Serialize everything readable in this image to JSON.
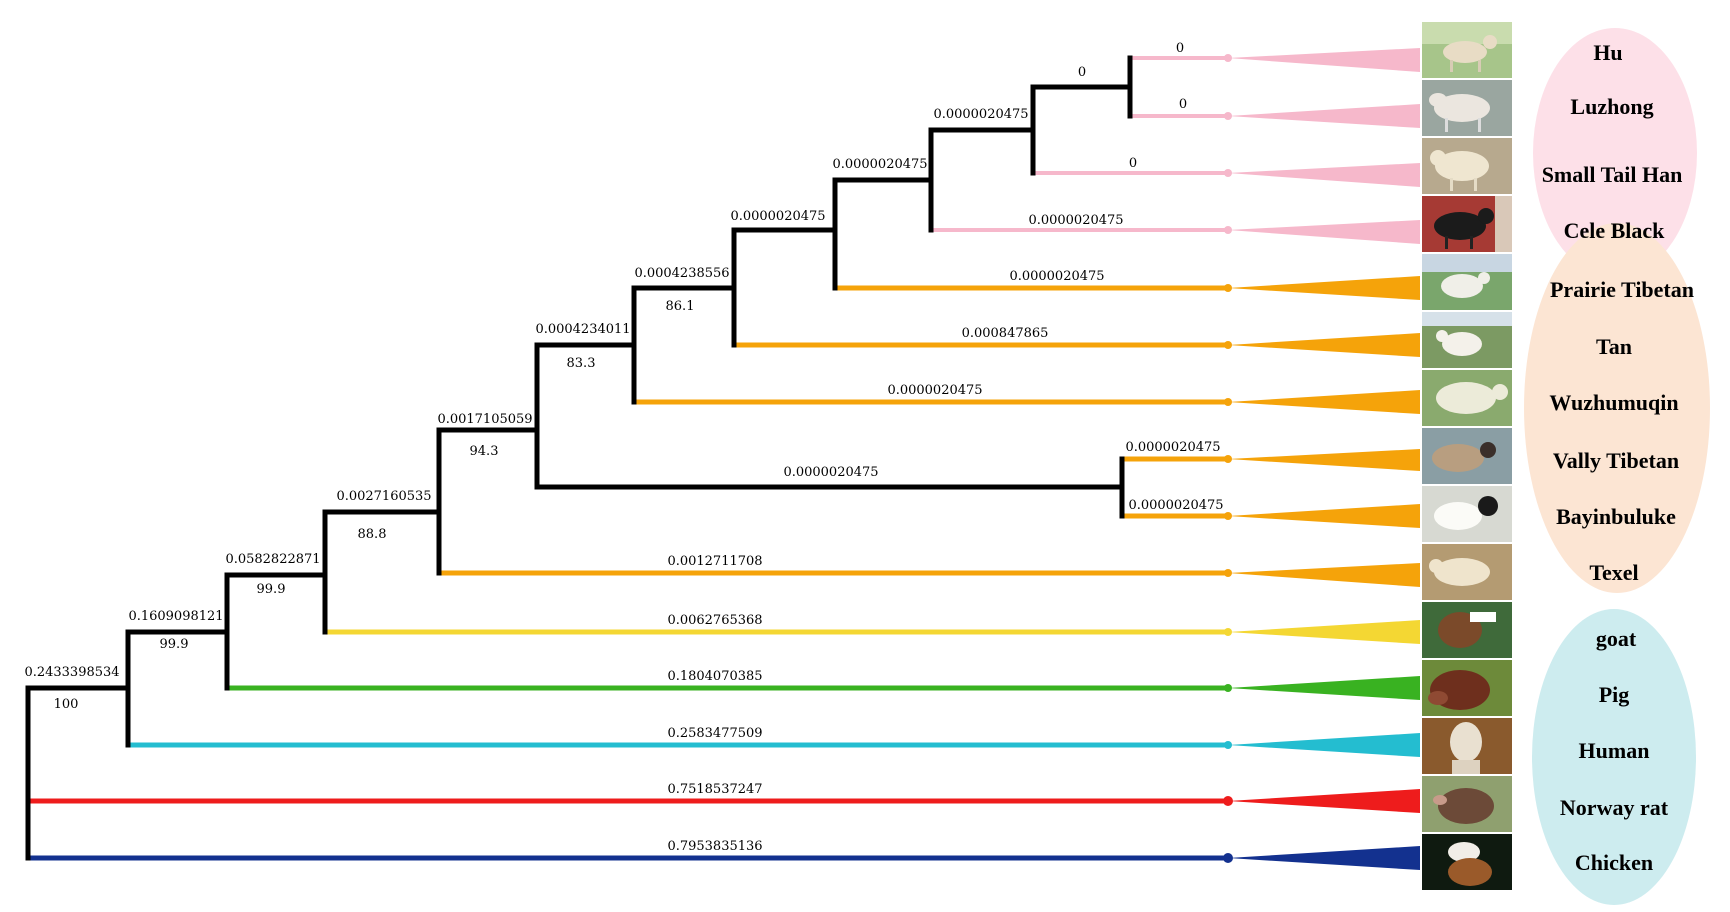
{
  "colors": {
    "black": "#000000",
    "pink": "#f6b8cb",
    "orange": "#f5a30a",
    "yellow": "#f4d733",
    "green": "#39b221",
    "cyan": "#24bdd0",
    "red": "#ee1c1c",
    "navy": "#13318f",
    "ellipse_pink": "#fde0e8",
    "ellipse_peach": "#fce5d3",
    "ellipse_blue": "#cdecef"
  },
  "tree": {
    "internal_nodes": [
      {
        "id": "n_root",
        "length": "0.2433398534",
        "support": "100"
      },
      {
        "id": "n2",
        "length": "0.1609098121",
        "support": "99.9"
      },
      {
        "id": "n3",
        "length": "0.0582822871",
        "support": "99.9"
      },
      {
        "id": "n4",
        "length": "0.0027160535",
        "support": "88.8"
      },
      {
        "id": "n5",
        "length": "0.0017105059",
        "support": "94.3"
      },
      {
        "id": "n6",
        "length": "0.0004234011",
        "support": "83.3"
      },
      {
        "id": "n7",
        "length": "0.0004238556",
        "support": "86.1"
      },
      {
        "id": "n8",
        "length": "0.0000020475",
        "support": ""
      },
      {
        "id": "n9",
        "length": "0.0000020475",
        "support": ""
      },
      {
        "id": "n10",
        "length": "0.0000020475",
        "support": ""
      },
      {
        "id": "n11",
        "length": "0",
        "support": ""
      },
      {
        "id": "n12",
        "length": "0.0000020475",
        "support": ""
      }
    ],
    "leaves": [
      {
        "id": "hu",
        "name": "Hu",
        "length": "0",
        "color": "pink"
      },
      {
        "id": "luzhong",
        "name": "Luzhong",
        "length": "0",
        "color": "pink"
      },
      {
        "id": "small-tail-han",
        "name": "Small Tail Han",
        "length": "0",
        "color": "pink"
      },
      {
        "id": "cele-black",
        "name": "Cele Black",
        "length": "0.0000020475",
        "color": "pink"
      },
      {
        "id": "prairie-tibetan",
        "name": "Prairie Tibetan",
        "length": "0.0000020475",
        "color": "orange"
      },
      {
        "id": "tan",
        "name": "Tan",
        "length": "0.000847865",
        "color": "orange"
      },
      {
        "id": "wuzhumuqin",
        "name": "Wuzhumuqin",
        "length": "0.0000020475",
        "color": "orange"
      },
      {
        "id": "vally-tibetan",
        "name": "Vally Tibetan",
        "length": "0.0000020475",
        "color": "orange"
      },
      {
        "id": "bayinbuluke",
        "name": "Bayinbuluke",
        "length": "0.0000020475",
        "color": "orange"
      },
      {
        "id": "texel",
        "name": "Texel",
        "length": "0.0012711708",
        "color": "orange"
      },
      {
        "id": "goat",
        "name": "goat",
        "length": "0.0062765368",
        "color": "yellow"
      },
      {
        "id": "pig",
        "name": "Pig",
        "length": "0.1804070385",
        "color": "green"
      },
      {
        "id": "human",
        "name": "Human",
        "length": "0.2583477509",
        "color": "cyan"
      },
      {
        "id": "norway-rat",
        "name": "Norway rat",
        "length": "0.7518537247",
        "color": "red"
      },
      {
        "id": "chicken",
        "name": "Chicken",
        "length": "0.7953835136",
        "color": "navy"
      }
    ]
  }
}
